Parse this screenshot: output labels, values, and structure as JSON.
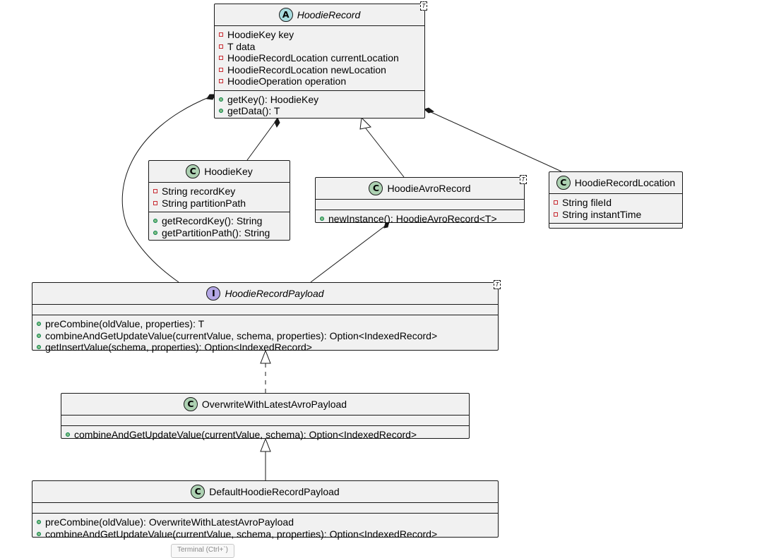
{
  "classes": {
    "hoodie_record": {
      "stereotype": "A",
      "name": "HoodieRecord",
      "fields": [
        "HoodieKey key",
        "T data",
        "HoodieRecordLocation currentLocation",
        "HoodieRecordLocation newLocation",
        "HoodieOperation operation"
      ],
      "methods": [
        "getKey(): HoodieKey",
        "getData(): T"
      ]
    },
    "hoodie_key": {
      "stereotype": "C",
      "name": "HoodieKey",
      "fields": [
        "String recordKey",
        "String partitionPath"
      ],
      "methods": [
        "getRecordKey(): String",
        "getPartitionPath(): String"
      ]
    },
    "hoodie_avro_record": {
      "stereotype": "C",
      "name": "HoodieAvroRecord",
      "fields": [],
      "methods": [
        "newInstance(): HoodieAvroRecord<T>"
      ]
    },
    "hoodie_record_location": {
      "stereotype": "C",
      "name": "HoodieRecordLocation",
      "fields": [
        "String fileId",
        "String instantTime"
      ],
      "methods": []
    },
    "hoodie_record_payload": {
      "stereotype": "I",
      "name": "HoodieRecordPayload",
      "fields": [],
      "methods": [
        "preCombine(oldValue, properties): T",
        "combineAndGetUpdateValue(currentValue, schema, properties): Option<IndexedRecord>",
        "getInsertValue(schema, properties): Option<IndexedRecord>"
      ]
    },
    "overwrite_payload": {
      "stereotype": "C",
      "name": "OverwriteWithLatestAvroPayload",
      "fields": [],
      "methods": [
        "combineAndGetUpdateValue(currentValue, schema): Option<IndexedRecord>"
      ]
    },
    "default_payload": {
      "stereotype": "C",
      "name": "DefaultHoodieRecordPayload",
      "fields": [],
      "methods": [
        "preCombine(oldValue): OverwriteWithLatestAvroPayload",
        "combineAndGetUpdateValue(currentValue, schema, properties): Option<IndexedRecord>"
      ]
    }
  },
  "type_param_marker": "T",
  "relations": [
    {
      "from": "hoodie_record",
      "to": "hoodie_key",
      "type": "composition"
    },
    {
      "from": "hoodie_record",
      "to": "hoodie_record_location",
      "type": "composition"
    },
    {
      "from": "hoodie_record",
      "to": "hoodie_record_payload",
      "type": "composition"
    },
    {
      "from": "hoodie_avro_record",
      "to": "hoodie_record",
      "type": "inheritance"
    },
    {
      "from": "hoodie_avro_record",
      "to": "hoodie_record_payload",
      "type": "composition"
    },
    {
      "from": "overwrite_payload",
      "to": "hoodie_record_payload",
      "type": "realization"
    },
    {
      "from": "default_payload",
      "to": "overwrite_payload",
      "type": "inheritance"
    }
  ],
  "terminal_tooltip": "Terminal (Ctrl+`)"
}
